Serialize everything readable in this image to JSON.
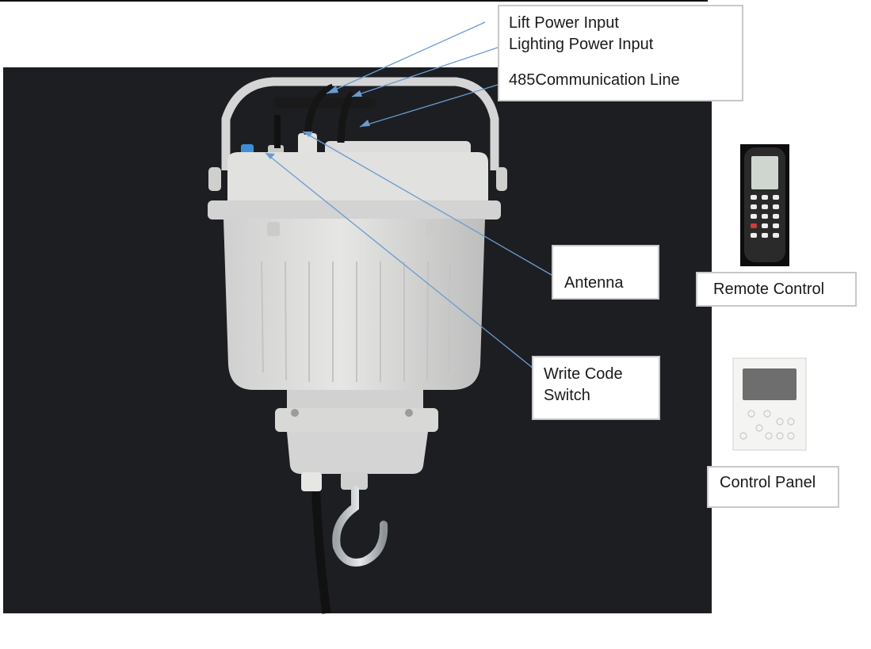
{
  "labels": {
    "lift_power_input": "Lift Power Input",
    "lighting_power_input": "Lighting Power Input",
    "communication_line": "485Communication Line",
    "antenna": "Antenna",
    "write_code_line1": "Write Code",
    "write_code_line2": "Switch",
    "remote_control": "Remote Control",
    "control_panel": "Control Panel"
  },
  "colors": {
    "photo_background": "#1d1e22",
    "housing": "#d9d9d7",
    "leader_line": "#6b9bd0",
    "hook": "#c9cccf",
    "remote_body": "#1a1a1a",
    "panel_body": "#f3f3f1"
  }
}
